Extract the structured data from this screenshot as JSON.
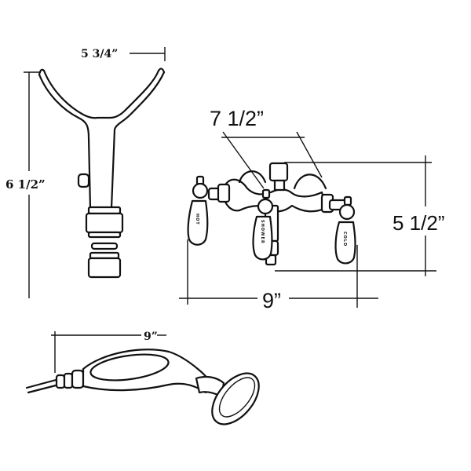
{
  "dimensions": {
    "support_width": "5 3/4”",
    "support_height": "6 1/2”",
    "faucet_center_spread": "7 1/2”",
    "faucet_height": "5 1/2”",
    "faucet_width": "9”",
    "handshower_length": "9”"
  },
  "handle_labels": {
    "left": "HOT",
    "center": "SHOWER",
    "right": "COLD"
  }
}
